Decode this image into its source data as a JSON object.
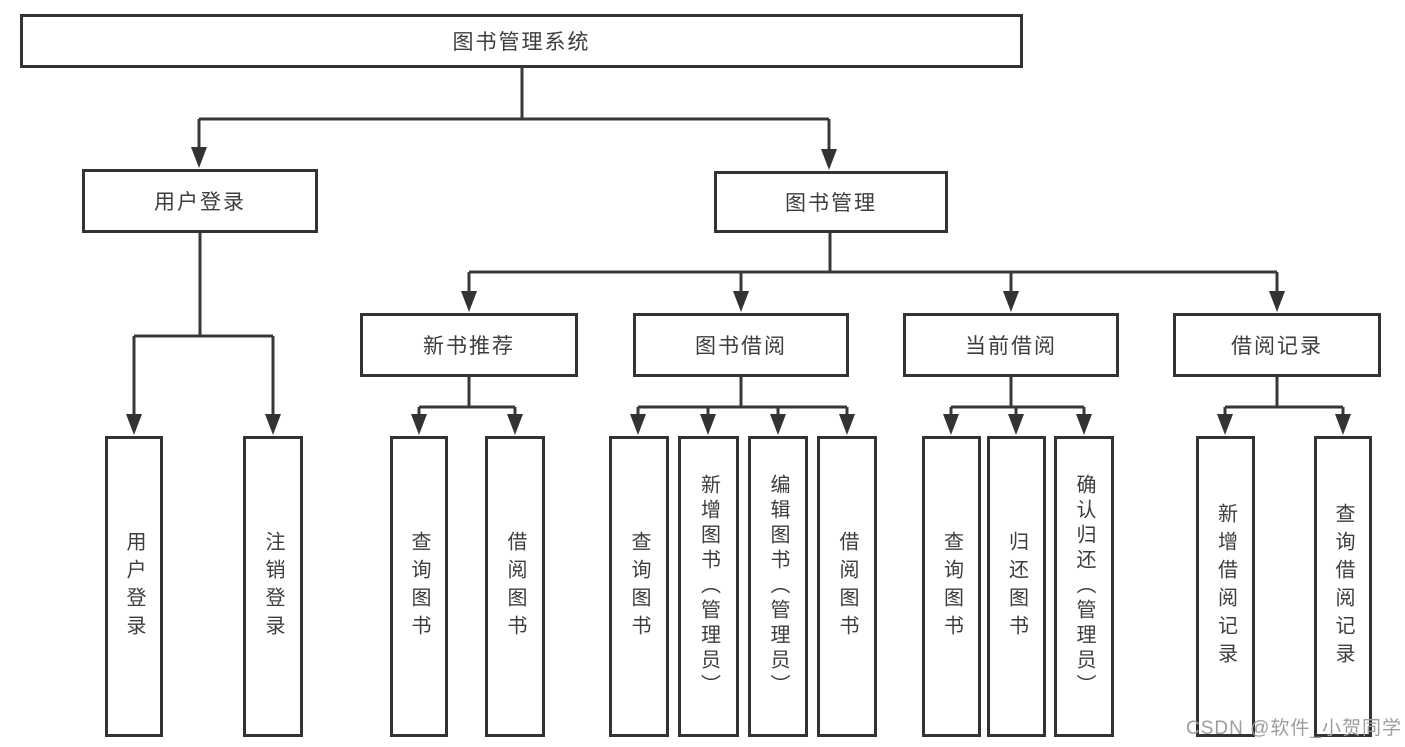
{
  "diagram": {
    "root": {
      "label": "图书管理系统"
    },
    "level2": {
      "user_login": {
        "label": "用户登录"
      },
      "book_mgmt": {
        "label": "图书管理"
      }
    },
    "level3": {
      "new_book_rec": {
        "label": "新书推荐"
      },
      "book_borrow": {
        "label": "图书借阅"
      },
      "current_borrow": {
        "label": "当前借阅"
      },
      "borrow_record": {
        "label": "借阅记录"
      }
    },
    "leaves": {
      "user_login_leaf": {
        "label": "用户登录",
        "parent": "用户登录"
      },
      "logout_leaf": {
        "label": "注销登录",
        "parent": "用户登录"
      },
      "query_book_1": {
        "label": "查询图书",
        "parent": "新书推荐"
      },
      "borrow_book_1": {
        "label": "借阅图书",
        "parent": "新书推荐"
      },
      "query_book_2": {
        "label": "查询图书",
        "parent": "图书借阅"
      },
      "add_book": {
        "label": "新增图书（管理员）",
        "parent": "图书借阅"
      },
      "edit_book": {
        "label": "编辑图书（管理员）",
        "parent": "图书借阅"
      },
      "borrow_book_2": {
        "label": "借阅图书",
        "parent": "图书借阅"
      },
      "query_book_3": {
        "label": "查询图书",
        "parent": "当前借阅"
      },
      "return_book": {
        "label": "归还图书",
        "parent": "当前借阅"
      },
      "confirm_return": {
        "label": "确认归还（管理员）",
        "parent": "当前借阅"
      },
      "add_record": {
        "label": "新增借阅记录",
        "parent": "借阅记录"
      },
      "query_record": {
        "label": "查询借阅记录",
        "parent": "借阅记录"
      }
    }
  },
  "watermark": {
    "text": "CSDN @软件_小贺同学"
  },
  "colors": {
    "line": "#383838",
    "border": "#333333",
    "text": "#3d3d3d",
    "watermark_text": "#9e9e9e",
    "background": "#ffffff"
  }
}
